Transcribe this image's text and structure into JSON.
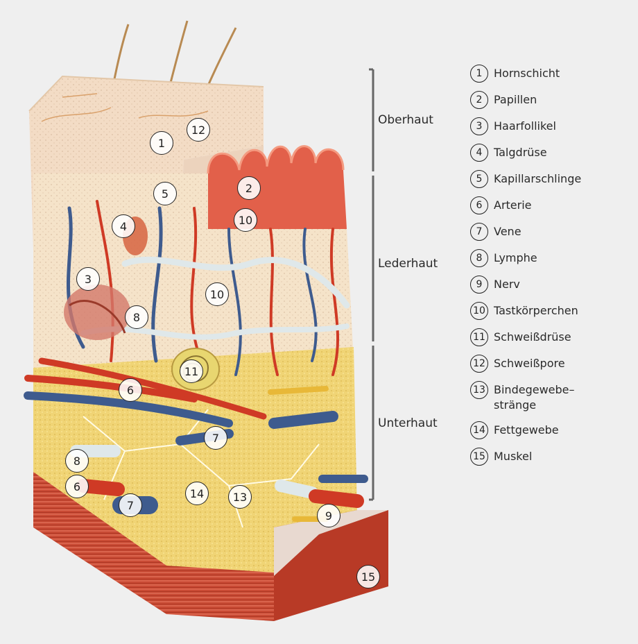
{
  "layers": [
    {
      "key": "oberhaut",
      "label": "Oberhaut"
    },
    {
      "key": "lederhaut",
      "label": "Lederhaut"
    },
    {
      "key": "unterhaut",
      "label": "Unterhaut"
    }
  ],
  "legend": [
    {
      "num": "1",
      "label": "Hornschicht"
    },
    {
      "num": "2",
      "label": "Papillen"
    },
    {
      "num": "3",
      "label": "Haarfollikel"
    },
    {
      "num": "4",
      "label": "Talgdrüse"
    },
    {
      "num": "5",
      "label": "Kapillarschlinge"
    },
    {
      "num": "6",
      "label": "Arterie"
    },
    {
      "num": "7",
      "label": "Vene"
    },
    {
      "num": "8",
      "label": "Lymphe"
    },
    {
      "num": "9",
      "label": "Nerv"
    },
    {
      "num": "10",
      "label": "Tastkörperchen"
    },
    {
      "num": "11",
      "label": "Schweißdrüse"
    },
    {
      "num": "12",
      "label": "Schweißpore"
    },
    {
      "num": "13",
      "label": "Bindegewebe–\nstränge"
    },
    {
      "num": "14",
      "label": "Fettgewebe"
    },
    {
      "num": "15",
      "label": "Muskel"
    }
  ],
  "callouts": [
    "1",
    "12",
    "2",
    "5",
    "10",
    "4",
    "3",
    "10",
    "8",
    "11",
    "6",
    "7",
    "8",
    "6",
    "7",
    "14",
    "13",
    "9",
    "15"
  ],
  "colors": {
    "epidermis": "#f3dcc5",
    "dermis": "#f5e3c9",
    "papillae": "#e2604a",
    "fat": "#f0d475",
    "muscle": "#c94a34",
    "artery": "#cf3a25",
    "vein": "#3e5b8e",
    "lymph": "#dfe8ea",
    "nerve": "#e8b838",
    "bracket": "#666666"
  }
}
